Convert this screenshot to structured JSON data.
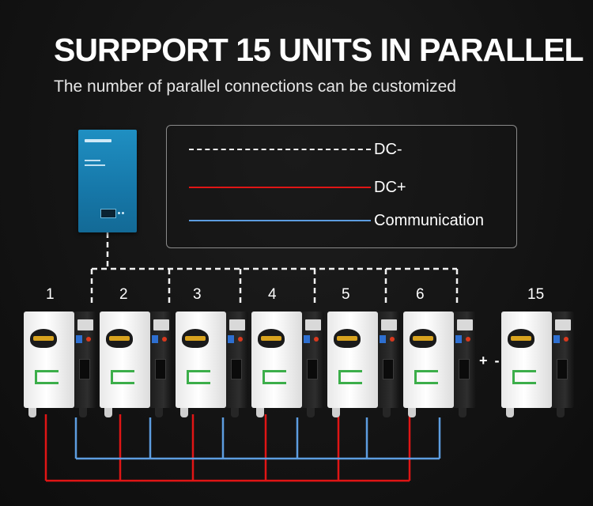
{
  "header": {
    "title": "SURPPORT 15 UNITS IN PARALLEL",
    "subtitle": "The number of parallel connections can be customized"
  },
  "legend": {
    "items": [
      {
        "label": "DC-",
        "color": "#f2f2f2",
        "style": "dashed"
      },
      {
        "label": "DC+",
        "color": "#e01515",
        "style": "solid"
      },
      {
        "label": "Communication",
        "color": "#5d9de0",
        "style": "solid"
      }
    ]
  },
  "units": [
    {
      "label": "1"
    },
    {
      "label": "2"
    },
    {
      "label": "3"
    },
    {
      "label": "4"
    },
    {
      "label": "5"
    },
    {
      "label": "6"
    },
    {
      "label": "15"
    }
  ],
  "continuation": "+ -",
  "colors": {
    "dc_minus": "#f2f2f2",
    "dc_plus": "#e01515",
    "communication": "#5d9de0",
    "inverter": "#1a82b6",
    "background": "#141414"
  },
  "icons": {
    "inverter": "inverter-icon",
    "battery": "battery-cabinet-icon"
  }
}
